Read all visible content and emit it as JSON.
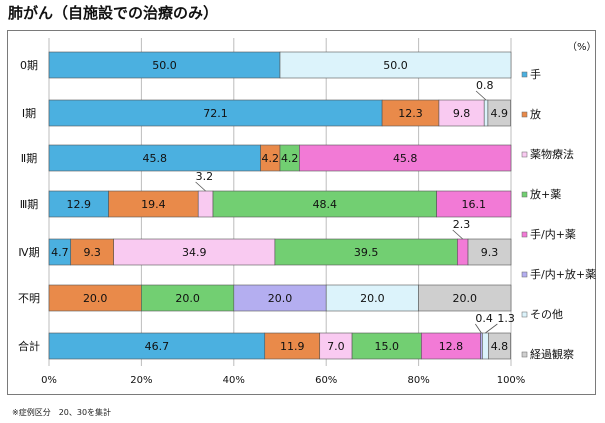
{
  "page": {
    "title": "肺がん（自施設での治療のみ）",
    "footnote": "※症例区分　20、30を集計",
    "unit": "（%）"
  },
  "chart_data": {
    "type": "bar",
    "orientation": "horizontal",
    "stacked": true,
    "title": "肺がん（自施設での治療のみ）",
    "xlabel": "",
    "ylabel": "",
    "xlim": [
      0,
      100
    ],
    "x_ticks": [
      "0%",
      "20%",
      "40%",
      "60%",
      "80%",
      "100%"
    ],
    "grid": true,
    "legend_position": "right",
    "categories": [
      "0期",
      "Ⅰ期",
      "Ⅱ期",
      "Ⅲ期",
      "Ⅳ期",
      "不明",
      "合計"
    ],
    "series": [
      {
        "name": "手",
        "color": "#4bb0e0",
        "values": [
          50.0,
          72.1,
          45.8,
          12.9,
          4.7,
          0,
          46.7
        ],
        "labels": [
          "50.0",
          "72.1",
          "45.8",
          "12.9",
          "4.7",
          "",
          "46.7"
        ]
      },
      {
        "name": "放",
        "color": "#e98a4a",
        "values": [
          0,
          12.3,
          4.2,
          19.4,
          9.3,
          20.0,
          11.9
        ],
        "labels": [
          "",
          "12.3",
          "4.2",
          "19.4",
          "9.3",
          "20.0",
          "11.9"
        ]
      },
      {
        "name": "薬物療法",
        "color": "#f9caf1",
        "values": [
          0,
          9.8,
          0,
          3.2,
          34.9,
          0,
          7.0
        ],
        "labels": [
          "",
          "9.8",
          "",
          "3.2",
          "34.9",
          "",
          "7.0"
        ]
      },
      {
        "name": "放+薬",
        "color": "#72cf72",
        "values": [
          0,
          0,
          4.2,
          48.4,
          39.5,
          20.0,
          15.0
        ],
        "labels": [
          "",
          "",
          "4.2",
          "48.4",
          "39.5",
          "20.0",
          "15.0"
        ]
      },
      {
        "name": "手/内+薬",
        "color": "#f27ad6",
        "values": [
          0,
          0,
          45.8,
          16.1,
          2.3,
          0,
          12.8
        ],
        "labels": [
          "",
          "",
          "45.8",
          "16.1",
          "2.3",
          "",
          "12.8"
        ]
      },
      {
        "name": "手/内+放+薬",
        "color": "#b4aef0",
        "values": [
          0,
          0,
          0,
          0,
          0,
          20.0,
          0.4
        ],
        "labels": [
          "",
          "",
          "",
          "",
          "",
          "20.0",
          "0.4"
        ]
      },
      {
        "name": "その他",
        "color": "#dcf3fb",
        "values": [
          50.0,
          0.8,
          0,
          0,
          0,
          20.0,
          1.3
        ],
        "labels": [
          "50.0",
          "0.8",
          "",
          "",
          "",
          "20.0",
          "1.3"
        ]
      },
      {
        "name": "経過観察",
        "color": "#cfcfcf",
        "values": [
          0,
          4.9,
          0,
          0,
          9.3,
          20.0,
          4.8
        ],
        "labels": [
          "",
          "4.9",
          "",
          "",
          "9.3",
          "20.0",
          "4.8"
        ]
      }
    ]
  }
}
